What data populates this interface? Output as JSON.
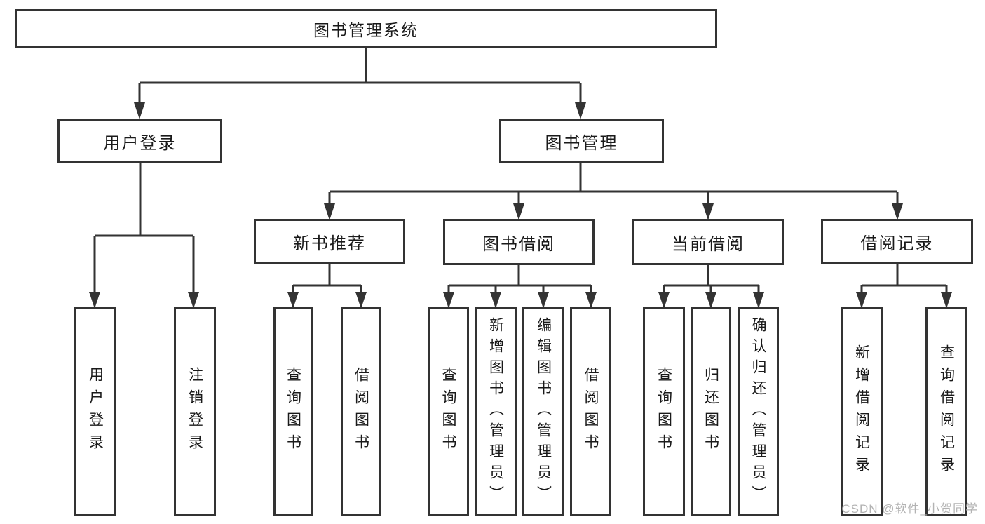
{
  "tree": {
    "root": "图书管理系统",
    "level2": [
      {
        "label": "用户登录",
        "children": [
          "用户登录",
          "注销登录"
        ]
      },
      {
        "label": "图书管理",
        "groups": [
          {
            "label": "新书推荐",
            "children": [
              "查询图书",
              "借阅图书"
            ]
          },
          {
            "label": "图书借阅",
            "children": [
              "查询图书",
              "新增图书（管理员）",
              "编辑图书（管理员）",
              "借阅图书"
            ]
          },
          {
            "label": "当前借阅",
            "children": [
              "查询图书",
              "归还图书",
              "确认归还（管理员）"
            ]
          },
          {
            "label": "借阅记录",
            "children": [
              "新增借阅记录",
              "查询借阅记录"
            ]
          }
        ]
      }
    ]
  },
  "watermark": "CSDN @软件_小贺同学",
  "colors": {
    "line": "#333333",
    "box_border": "#333333",
    "text": "#1a1a1a",
    "background": "#ffffff",
    "watermark": "#b3b3b3"
  }
}
